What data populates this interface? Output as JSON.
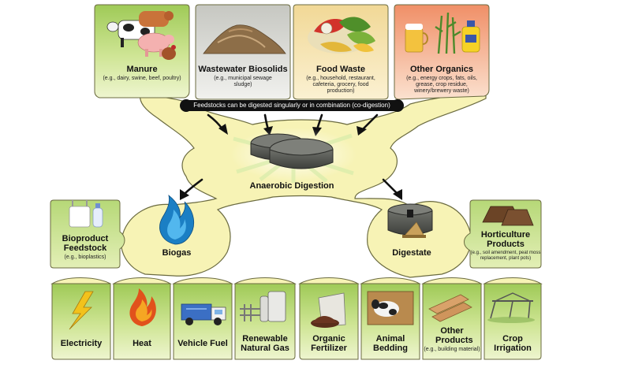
{
  "feedstocks": {
    "manure": {
      "title": "Manure",
      "sub": "(e.g., dairy, swine, beef, poultry)"
    },
    "biosolids": {
      "title": "Wastewater Biosolids",
      "sub": "(e.g., municipal sewage sludge)"
    },
    "food": {
      "title": "Food Waste",
      "sub": "(e.g., household, restaurant, cafeteria, grocery, food production)"
    },
    "organics": {
      "title": "Other Organics",
      "sub": "(e.g., energy crops, fats, oils, grease, crop residue, winery/brewery waste)"
    }
  },
  "banner": "Feedstocks can be digested singularly or in combination (co-digestion)",
  "digestion": {
    "label": "Anaerobic Digestion"
  },
  "biogas": {
    "label": "Biogas"
  },
  "digestate": {
    "label": "Digestate"
  },
  "bioproduct": {
    "title": "Bioproduct Feedstock",
    "sub": "(e.g., bioplastics)"
  },
  "horticulture": {
    "title": "Horticulture Products",
    "sub": "(e.g., soil amendment, peat moss replacement, plant pots)"
  },
  "outputs": {
    "electricity": "Electricity",
    "heat": "Heat",
    "vehicle_fuel": "Vehicle Fuel",
    "rng": "Renewable Natural Gas",
    "fertilizer": "Organic Fertilizer",
    "bedding": "Animal Bedding",
    "other": {
      "title": "Other Products",
      "sub": "(e.g., building material)"
    },
    "irrigation": "Crop Irrigation"
  },
  "colors": {
    "cream": "#f7f3b5",
    "green_top": "#a8cf63",
    "green_bottom": "#eaf3c4",
    "outline": "#6b6b40",
    "digester": "#585a55"
  },
  "icons": {
    "manure": "cow-pig-chicken-icon",
    "biosolids": "sludge-pile-icon",
    "food": "food-scraps-icon",
    "organics": "crops-oil-icon",
    "digester": "digester-tanks-icon",
    "biogas": "flame-icon",
    "digestate": "digestate-tank-icon"
  }
}
